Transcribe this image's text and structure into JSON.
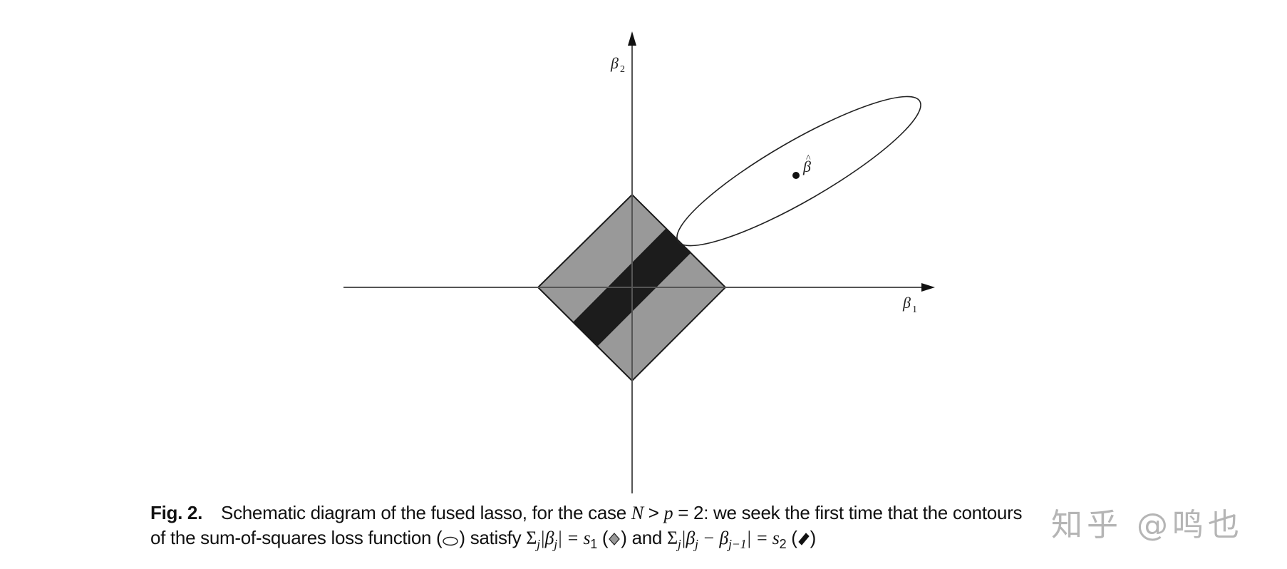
{
  "figure": {
    "type": "schematic",
    "subject": "fused lasso constraint geometry",
    "axes": {
      "x_label": "β",
      "x_label_sub": "1",
      "y_label": "β",
      "y_label_sub": "2"
    },
    "regions": [
      {
        "name": "lasso-diamond",
        "constraint": "Σj|βj| = s1",
        "fill": "#999999"
      },
      {
        "name": "fusion-band",
        "constraint": "Σj|βj − βj−1| = s2",
        "fill": "#1c1c1c"
      }
    ],
    "contour": {
      "name": "loss-ellipse",
      "description": "sum-of-squares loss function contour",
      "stroke": "#222222"
    },
    "estimate": {
      "label": "β",
      "label_accent": "^",
      "description": "least-squares estimate β̂"
    },
    "colors": {
      "line": "#222222",
      "diamond": "#999999",
      "band": "#1c1c1c",
      "background": "#ffffff"
    }
  },
  "caption": {
    "fig_label": "Fig. 2.",
    "line1_text": "Schematic diagram of the fused lasso, for the case ",
    "line1_N": "N",
    "line1_gt": " > ",
    "line1_p": "p",
    "line1_rest": " = 2: we seek the first time that the contours",
    "line2_start": "of the sum-of-squares loss function (",
    "line2_ellipse_close": ") satisfy ",
    "line2_sigma": "Σ",
    "line2_j": "j",
    "line2_abs_beta_j": "|β",
    "line2_eq_s1": "| = s",
    "line2_s1_sub": "1",
    "line2_diamond_open": " (",
    "line2_diamond_close": ") and ",
    "line2_sigma2": "Σ",
    "line2_j2": "j",
    "line2_abs2": "|β",
    "line2_minus": " − β",
    "line2_jm1": "j−1",
    "line2_eq_s2": "| = s",
    "line2_s2_sub": "2",
    "line2_band_open": " (",
    "line2_end": ")"
  },
  "watermark": {
    "text": "知乎 @鸣也"
  }
}
